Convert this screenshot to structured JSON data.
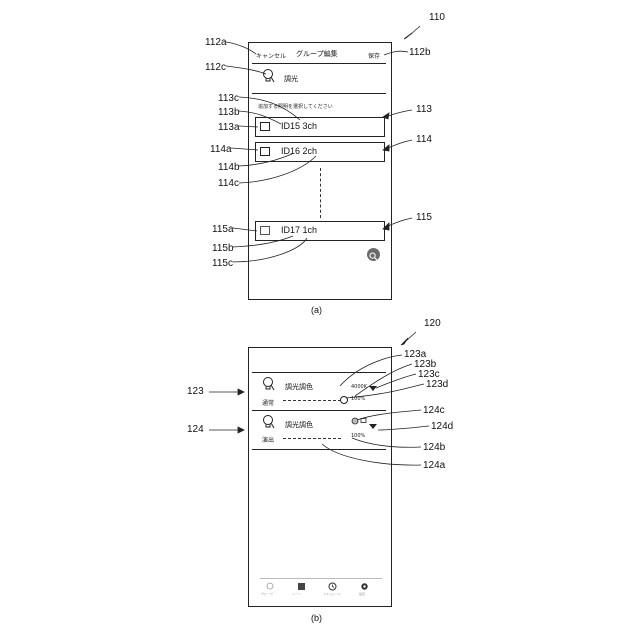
{
  "fig_a": {
    "ref": "110",
    "caption": "(a)",
    "header": {
      "cancel": "キャンセル",
      "title": "グループ編集",
      "save": "保存"
    },
    "group_name": "調光",
    "instruction": "追加する照明を選択してください",
    "items": [
      {
        "label": "ID15 3ch",
        "ref": "113"
      },
      {
        "label": "ID16 2ch",
        "ref": "114"
      },
      {
        "label": "ID17 1ch",
        "ref": "115"
      }
    ],
    "refs": {
      "r112a": "112a",
      "r112b": "112b",
      "r112c": "112c",
      "r113c": "113c",
      "r113b": "113b",
      "r113a": "113a",
      "r114a": "114a",
      "r114b": "114b",
      "r114c": "114c",
      "r115a": "115a",
      "r115b": "115b",
      "r115c": "115c"
    }
  },
  "fig_b": {
    "ref": "120",
    "caption": "(b)",
    "rows": [
      {
        "title": "調光調色",
        "mode": "通常",
        "kelvin": "4000K",
        "percent": "100%",
        "ref": "123"
      },
      {
        "title": "調光調色",
        "mode": "演出",
        "percent": "100%",
        "ref": "124"
      }
    ],
    "refs": {
      "r123a": "123a",
      "r123b": "123b",
      "r123c": "123c",
      "r123d": "123d",
      "r124a": "124a",
      "r124b": "124b",
      "r124c": "124c",
      "r124d": "124d"
    },
    "nav": [
      "グループ",
      "シーン",
      "スケジュール",
      "設定"
    ]
  }
}
